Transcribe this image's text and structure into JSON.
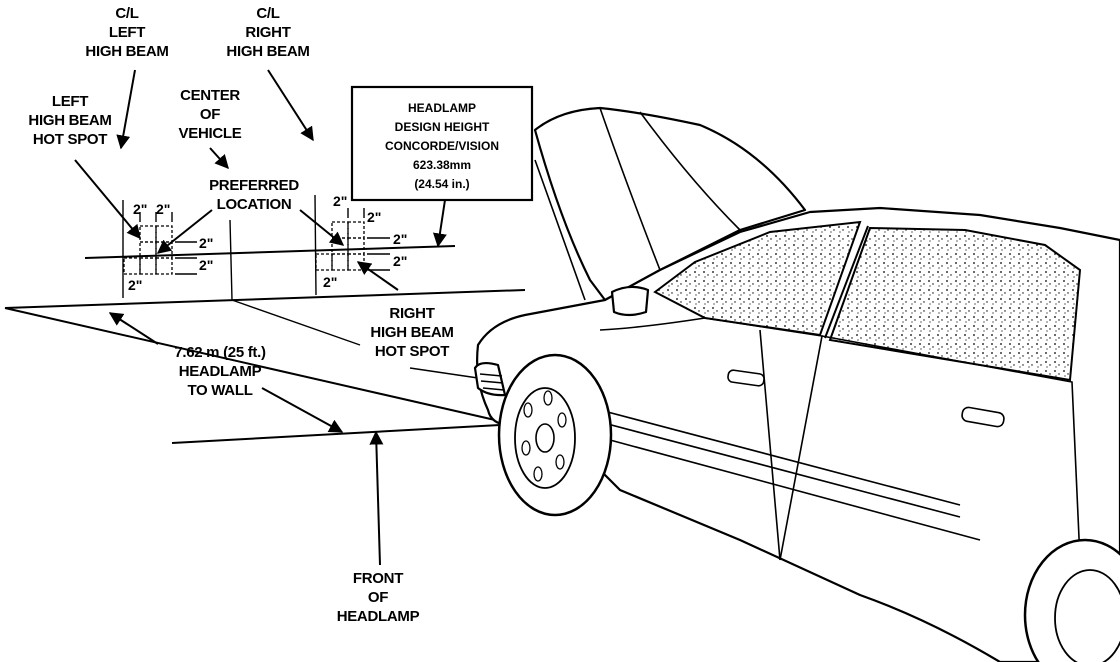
{
  "labels": {
    "cl_left_l1": "C/L",
    "cl_left_l2": "LEFT",
    "cl_left_l3": "HIGH BEAM",
    "cl_right_l1": "C/L",
    "cl_right_l2": "RIGHT",
    "cl_right_l3": "HIGH BEAM",
    "left_hot_l1": "LEFT",
    "left_hot_l2": "HIGH BEAM",
    "left_hot_l3": "HOT SPOT",
    "center_l1": "CENTER",
    "center_l2": "OF",
    "center_l3": "VEHICLE",
    "preferred_l1": "PREFERRED",
    "preferred_l2": "LOCATION",
    "right_hot_l1": "RIGHT",
    "right_hot_l2": "HIGH BEAM",
    "right_hot_l3": "HOT SPOT",
    "distance_l1": "7.62 m (25 ft.)",
    "distance_l2": "HEADLAMP",
    "distance_l3": "TO WALL",
    "front_l1": "FRONT",
    "front_l2": "OF",
    "front_l3": "HEADLAMP"
  },
  "callout_box": {
    "line1": "HEADLAMP",
    "line2": "DESIGN HEIGHT",
    "line3": "CONCORDE/VISION",
    "line4": "623.38mm",
    "line5": "(24.54 in.)"
  },
  "dimensions": {
    "two_inch": "2\""
  }
}
